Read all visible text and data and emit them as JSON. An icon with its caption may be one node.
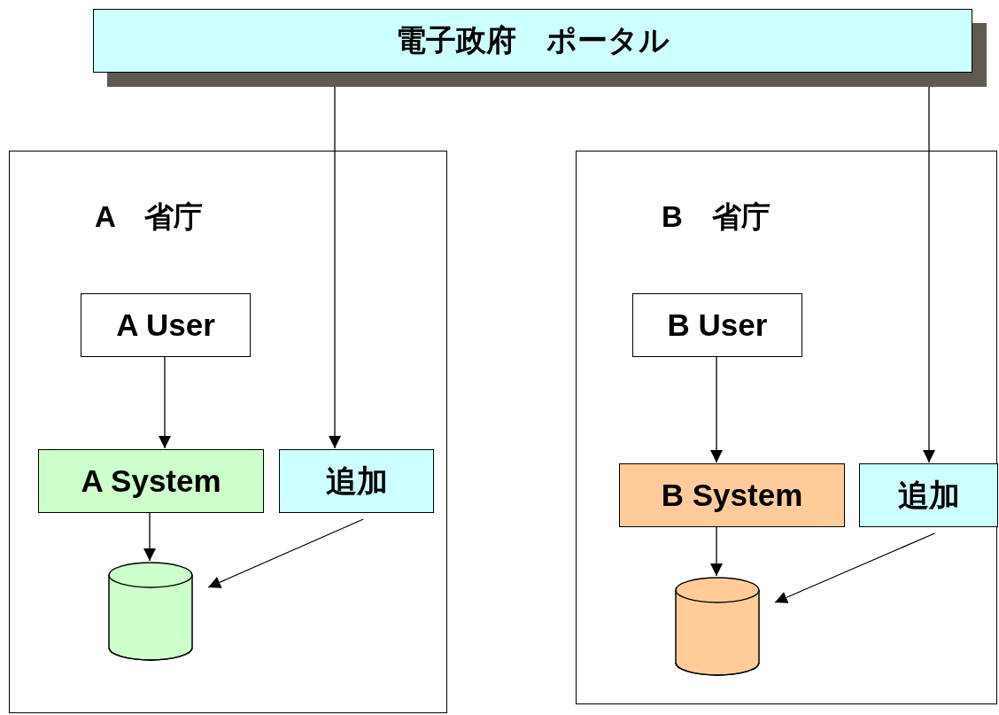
{
  "diagram": {
    "nodes": [
      {
        "text": [
          "電子政府　ポータル"
        ]
      },
      {
        "text": [
          "A　省庁"
        ]
      },
      {
        "text": [
          "A User"
        ],
        "in": 1
      },
      {
        "text": [
          "A System"
        ],
        "in": 1
      },
      {
        "text": [
          "追加"
        ],
        "in": 1
      },
      {
        "text": [],
        "shape": "cylinder",
        "in": 1
      },
      {
        "text": [
          "B　省庁"
        ]
      },
      {
        "text": [
          "B User"
        ],
        "in": 6
      },
      {
        "text": [
          "B System"
        ],
        "in": 6
      },
      {
        "text": [
          "追加"
        ],
        "in": 6
      },
      {
        "text": [],
        "shape": "cylinder",
        "in": 6
      }
    ],
    "edges": [
      {
        "from": 0,
        "to": 4,
        "arrow": "to"
      },
      {
        "from": 2,
        "to": 3,
        "arrow": "to"
      },
      {
        "from": 3,
        "to": 5,
        "arrow": "to"
      },
      {
        "from": 4,
        "to": 5,
        "arrow": "to"
      },
      {
        "from": 0,
        "to": 9,
        "arrow": "to"
      },
      {
        "from": 7,
        "to": 8,
        "arrow": "to"
      },
      {
        "from": 8,
        "to": 10,
        "arrow": "to"
      },
      {
        "from": 9,
        "to": 10,
        "arrow": "to"
      }
    ]
  }
}
